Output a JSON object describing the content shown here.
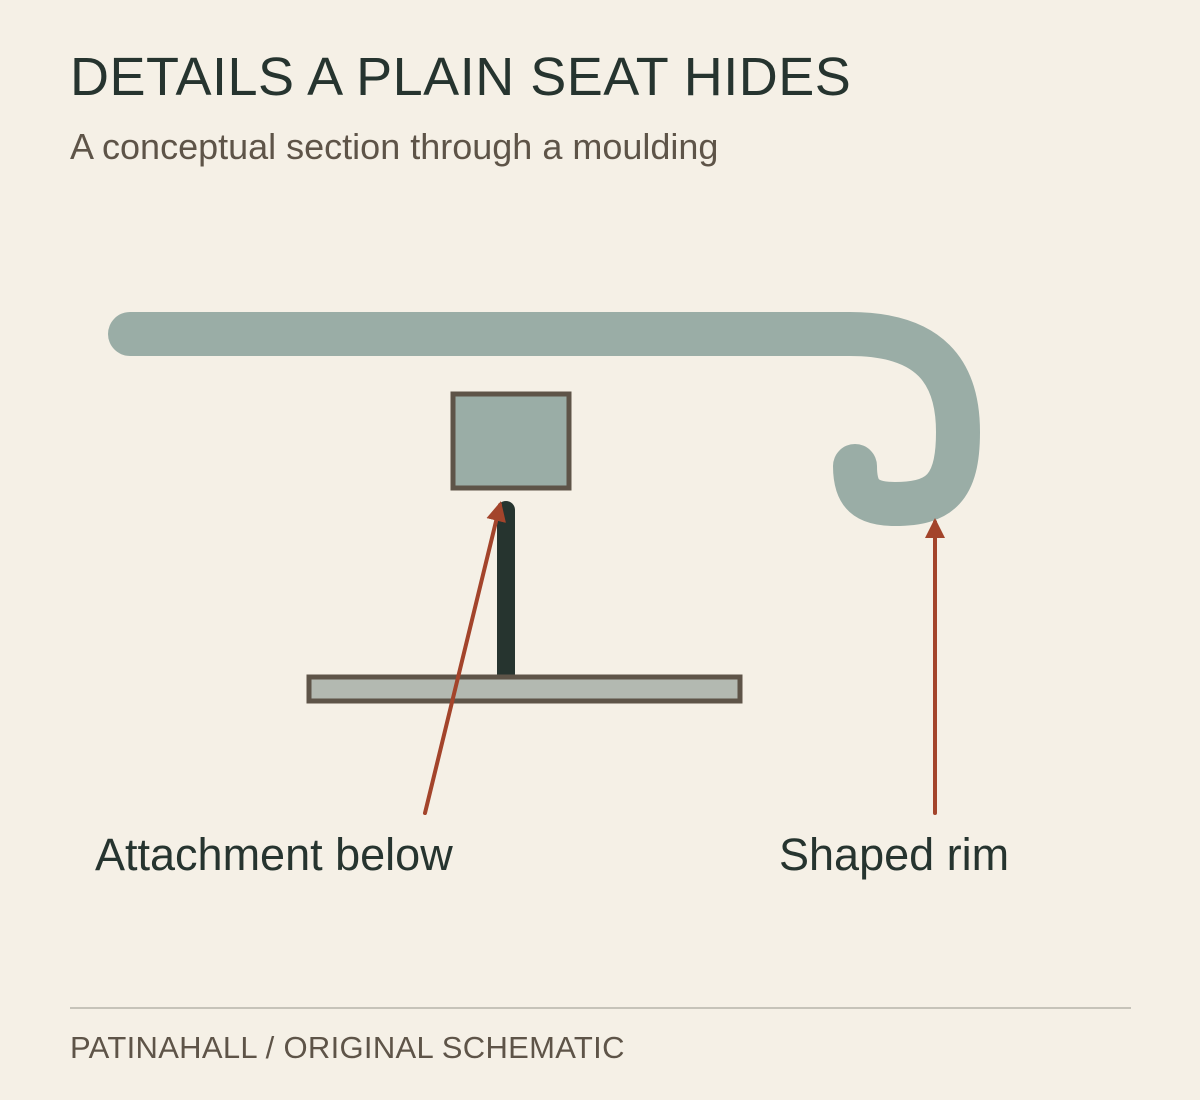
{
  "header": {
    "title": "DETAILS A PLAIN SEAT HIDES",
    "subtitle": "A conceptual section through a moulding"
  },
  "diagram": {
    "labels": {
      "attachment": "Attachment below",
      "rim": "Shaped rim"
    },
    "colors": {
      "moulding": "#9aada6",
      "block_fill": "#9aada6",
      "outline": "#5e5448",
      "post": "#26342f",
      "base_fill": "#b3b9b1",
      "arrow": "#a3442b",
      "text": "#26342f"
    }
  },
  "footer": {
    "credit": "PATINAHALL / ORIGINAL SCHEMATIC"
  }
}
